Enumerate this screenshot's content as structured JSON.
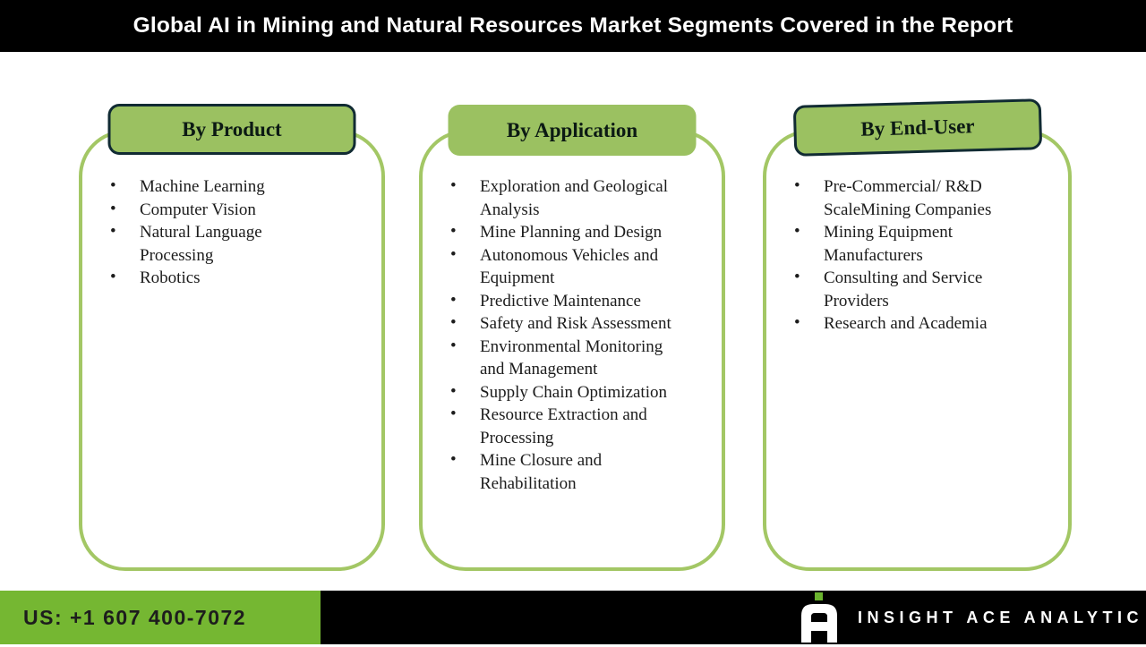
{
  "title": "Global AI in Mining and Natural Resources Market Segments Covered in the Report",
  "bullet_glyph": "•",
  "columns": [
    {
      "header": "By Product",
      "items": [
        "Machine Learning",
        "Computer Vision",
        "Natural Language Processing",
        "Robotics"
      ]
    },
    {
      "header": "By Application",
      "items": [
        "Exploration and Geological Analysis",
        "Mine Planning and Design",
        "Autonomous Vehicles and Equipment",
        "Predictive Maintenance",
        "Safety and Risk Assessment",
        "Environmental Monitoring and Management",
        "Supply Chain Optimization",
        "Resource Extraction and Processing",
        "Mine Closure and Rehabilitation"
      ]
    },
    {
      "header": "By End-User",
      "items": [
        "Pre-Commercial/ R&D ScaleMining Companies",
        "Mining Equipment Manufacturers",
        "Consulting and Service Providers",
        "Research and Academia"
      ]
    }
  ],
  "footer": {
    "phone": "US: +1 607 400-7072",
    "brand": "INSIGHT ACE ANALYTIC",
    "logo_icon": "insight-ace-logo"
  },
  "colors": {
    "header_bar_bg": "#000000",
    "title_text": "#ffffff",
    "chip_green": "#9bc161",
    "chip_border": "#112b33",
    "panel_border": "#a3c765",
    "footer_green": "#75b732",
    "footer_black": "#000000",
    "logo_dot_green": "#6ab32e",
    "body_text": "#1c1c1c"
  }
}
